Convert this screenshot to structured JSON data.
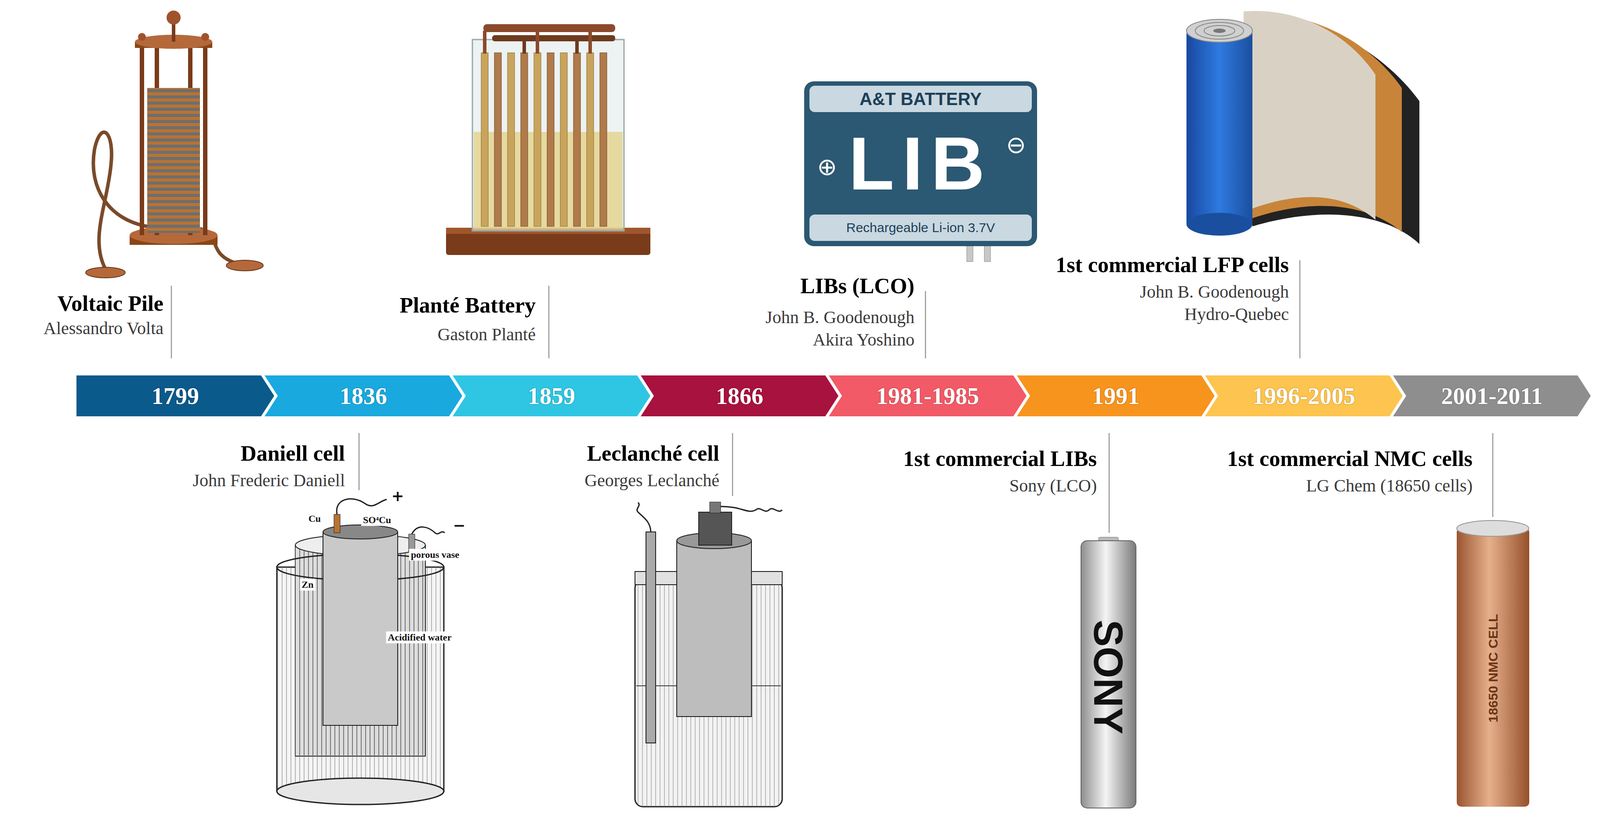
{
  "diagram": {
    "nodes": [
      {
        "text": [
          "1799"
        ]
      },
      {
        "text": [
          "1836"
        ]
      },
      {
        "text": [
          "1859"
        ]
      },
      {
        "text": [
          "1866"
        ]
      },
      {
        "text": [
          "1981-1985"
        ]
      },
      {
        "text": [
          "1991"
        ]
      },
      {
        "text": [
          "1996-2005"
        ]
      },
      {
        "text": [
          "2001-2011"
        ]
      }
    ],
    "labels": [
      "Voltaic Pile",
      "Alessandro Volta",
      "Planté Battery",
      "Gaston Planté",
      "A&T BATTERY",
      "LIB",
      "⊕",
      "⊖",
      "Rechargeable Li-ion 3.7V",
      "LIBs (LCO)",
      "John B. Goodenough",
      "Akira Yoshino",
      "1st commercial LFP cells",
      "John B. Goodenough",
      "Hydro-Quebec",
      "Daniell cell",
      "John Frederic Daniell",
      "+",
      "−",
      "Cu",
      "SO⁴Cu",
      "porous vase",
      "Zn",
      "Acidified water",
      "Leclanché cell",
      "Georges Leclanché",
      "1st commercial LIBs",
      "Sony (LCO)",
      "SONY",
      "1st commercial NMC cells",
      "LG Chem (18650 cells)",
      "18650 NMC CELL"
    ]
  }
}
